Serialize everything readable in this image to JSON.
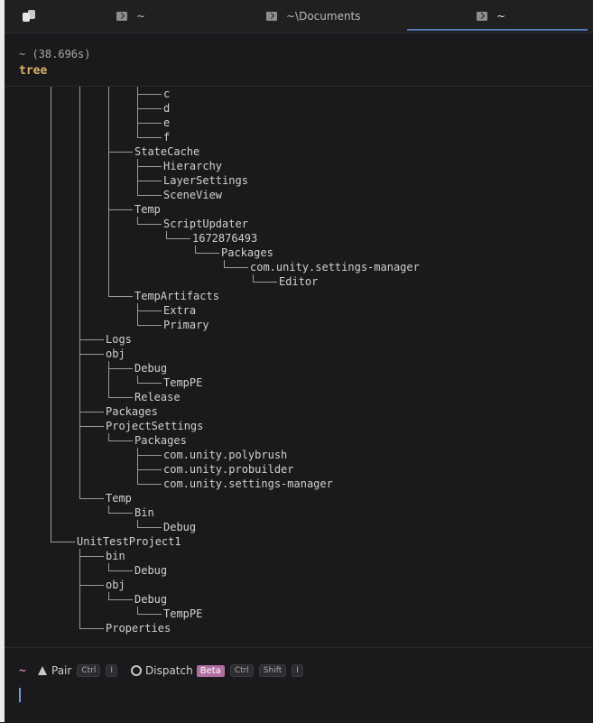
{
  "tabs": [
    {
      "label": "~"
    },
    {
      "label": "~\\Documents"
    },
    {
      "label": "~"
    }
  ],
  "block": {
    "meta": "~ (38.696s)",
    "command": "tree"
  },
  "tree_lines": [
    {
      "depth": 4,
      "anc": [
        1,
        1,
        1,
        1
      ],
      "last": false,
      "name": "c"
    },
    {
      "depth": 4,
      "anc": [
        1,
        1,
        1,
        1
      ],
      "last": false,
      "name": "d"
    },
    {
      "depth": 4,
      "anc": [
        1,
        1,
        1,
        1
      ],
      "last": false,
      "name": "e"
    },
    {
      "depth": 4,
      "anc": [
        1,
        1,
        1,
        1
      ],
      "last": true,
      "name": "f"
    },
    {
      "depth": 3,
      "anc": [
        1,
        1,
        1
      ],
      "last": false,
      "name": "StateCache"
    },
    {
      "depth": 4,
      "anc": [
        1,
        1,
        1,
        1
      ],
      "last": false,
      "name": "Hierarchy"
    },
    {
      "depth": 4,
      "anc": [
        1,
        1,
        1,
        1
      ],
      "last": false,
      "name": "LayerSettings"
    },
    {
      "depth": 4,
      "anc": [
        1,
        1,
        1,
        1
      ],
      "last": true,
      "name": "SceneView"
    },
    {
      "depth": 3,
      "anc": [
        1,
        1,
        1
      ],
      "last": false,
      "name": "Temp"
    },
    {
      "depth": 4,
      "anc": [
        1,
        1,
        1,
        0
      ],
      "last": true,
      "name": "ScriptUpdater"
    },
    {
      "depth": 5,
      "anc": [
        1,
        1,
        1,
        0,
        0
      ],
      "last": true,
      "name": "1672876493"
    },
    {
      "depth": 6,
      "anc": [
        1,
        1,
        1,
        0,
        0,
        0
      ],
      "last": true,
      "name": "Packages"
    },
    {
      "depth": 7,
      "anc": [
        1,
        1,
        1,
        0,
        0,
        0,
        0
      ],
      "last": true,
      "name": "com.unity.settings-manager"
    },
    {
      "depth": 8,
      "anc": [
        1,
        1,
        1,
        0,
        0,
        0,
        0,
        0
      ],
      "last": true,
      "name": "Editor"
    },
    {
      "depth": 3,
      "anc": [
        1,
        1,
        1
      ],
      "last": true,
      "name": "TempArtifacts"
    },
    {
      "depth": 4,
      "anc": [
        1,
        1,
        0,
        1
      ],
      "last": false,
      "name": "Extra"
    },
    {
      "depth": 4,
      "anc": [
        1,
        1,
        0,
        1
      ],
      "last": true,
      "name": "Primary"
    },
    {
      "depth": 2,
      "anc": [
        1,
        1
      ],
      "last": false,
      "name": "Logs"
    },
    {
      "depth": 2,
      "anc": [
        1,
        1
      ],
      "last": false,
      "name": "obj"
    },
    {
      "depth": 3,
      "anc": [
        1,
        1,
        1
      ],
      "last": false,
      "name": "Debug"
    },
    {
      "depth": 4,
      "anc": [
        1,
        1,
        1,
        1
      ],
      "last": true,
      "name": "TempPE"
    },
    {
      "depth": 3,
      "anc": [
        1,
        1,
        1
      ],
      "last": true,
      "name": "Release"
    },
    {
      "depth": 2,
      "anc": [
        1,
        1
      ],
      "last": false,
      "name": "Packages"
    },
    {
      "depth": 2,
      "anc": [
        1,
        1
      ],
      "last": false,
      "name": "ProjectSettings"
    },
    {
      "depth": 3,
      "anc": [
        1,
        1,
        1
      ],
      "last": true,
      "name": "Packages"
    },
    {
      "depth": 4,
      "anc": [
        1,
        1,
        0,
        1
      ],
      "last": false,
      "name": "com.unity.polybrush"
    },
    {
      "depth": 4,
      "anc": [
        1,
        1,
        0,
        1
      ],
      "last": false,
      "name": "com.unity.probuilder"
    },
    {
      "depth": 4,
      "anc": [
        1,
        1,
        0,
        1
      ],
      "last": true,
      "name": "com.unity.settings-manager"
    },
    {
      "depth": 2,
      "anc": [
        1,
        1
      ],
      "last": true,
      "name": "Temp"
    },
    {
      "depth": 3,
      "anc": [
        1,
        0,
        1
      ],
      "last": true,
      "name": "Bin"
    },
    {
      "depth": 4,
      "anc": [
        1,
        0,
        0,
        1
      ],
      "last": true,
      "name": "Debug"
    },
    {
      "depth": 1,
      "anc": [
        1
      ],
      "last": true,
      "name": "UnitTestProject1"
    },
    {
      "depth": 2,
      "anc": [
        0,
        1
      ],
      "last": false,
      "name": "bin"
    },
    {
      "depth": 3,
      "anc": [
        0,
        1,
        1
      ],
      "last": true,
      "name": "Debug"
    },
    {
      "depth": 2,
      "anc": [
        0,
        1
      ],
      "last": false,
      "name": "obj"
    },
    {
      "depth": 3,
      "anc": [
        0,
        1,
        1
      ],
      "last": true,
      "name": "Debug"
    },
    {
      "depth": 4,
      "anc": [
        0,
        1,
        0,
        1
      ],
      "last": true,
      "name": "TempPE"
    },
    {
      "depth": 2,
      "anc": [
        0,
        1
      ],
      "last": true,
      "name": "Properties"
    }
  ],
  "input": {
    "prompt": "~",
    "pair_label": "Pair",
    "pair_keys": [
      "Ctrl",
      "I"
    ],
    "dispatch_label": "Dispatch",
    "dispatch_badge": "Beta",
    "dispatch_keys": [
      "Ctrl",
      "Shift",
      "I"
    ]
  }
}
